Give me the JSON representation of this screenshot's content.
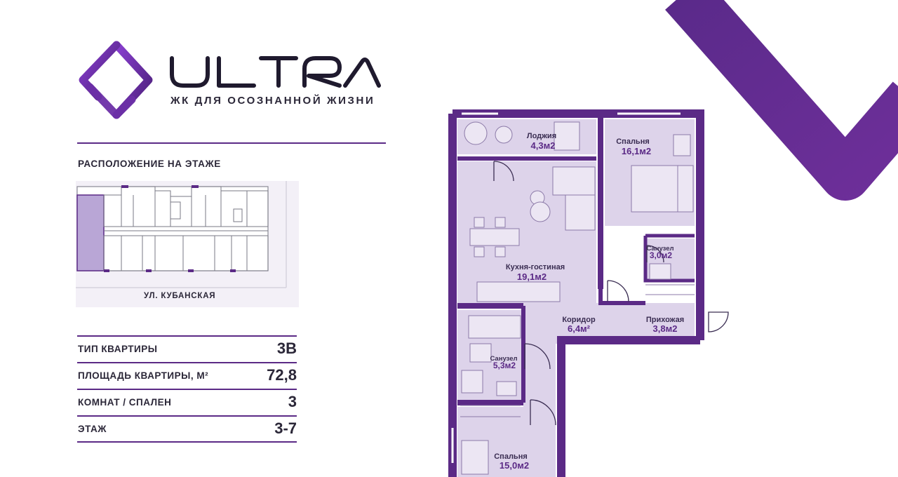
{
  "brand": {
    "name": "ULTRA",
    "tagline": "ЖК ДЛЯ ОСОЗНАННОЙ ЖИЗНИ",
    "colors": {
      "primary": "#5b2a86",
      "accent": "#8a3fd1",
      "plan_fill": "#d9cfe8",
      "plan_wall": "#5b2a86"
    }
  },
  "location": {
    "title": "РАСПОЛОЖЕНИЕ НА ЭТАЖЕ",
    "street": "УЛ. КУБАНСКАЯ"
  },
  "specs": [
    {
      "label": "ТИП КВАРТИРЫ",
      "value": "3В"
    },
    {
      "label": "ПЛОЩАДЬ КВАРТИРЫ, М²",
      "value": "72,8"
    },
    {
      "label": "КОМНАТ / СПАЛЕН",
      "value": "3"
    },
    {
      "label": "ЭТАЖ",
      "value": "3-7"
    }
  ],
  "rooms": {
    "loggia": {
      "name": "Лоджия",
      "area": "4,3м2"
    },
    "bedroom1": {
      "name": "Спальня",
      "area": "16,1м2"
    },
    "bathroom1": {
      "name": "Санузел",
      "area": "3,0м2"
    },
    "kitchen": {
      "name": "Кухня-гостиная",
      "area": "19,1м2"
    },
    "corridor": {
      "name": "Коридор",
      "area": "6,4м²"
    },
    "hallway": {
      "name": "Прихожая",
      "area": "3,8м2"
    },
    "bathroom2": {
      "name": "Санузел",
      "area": "5,3м2"
    },
    "bedroom2": {
      "name": "Спальня",
      "area": "15,0м2"
    }
  }
}
